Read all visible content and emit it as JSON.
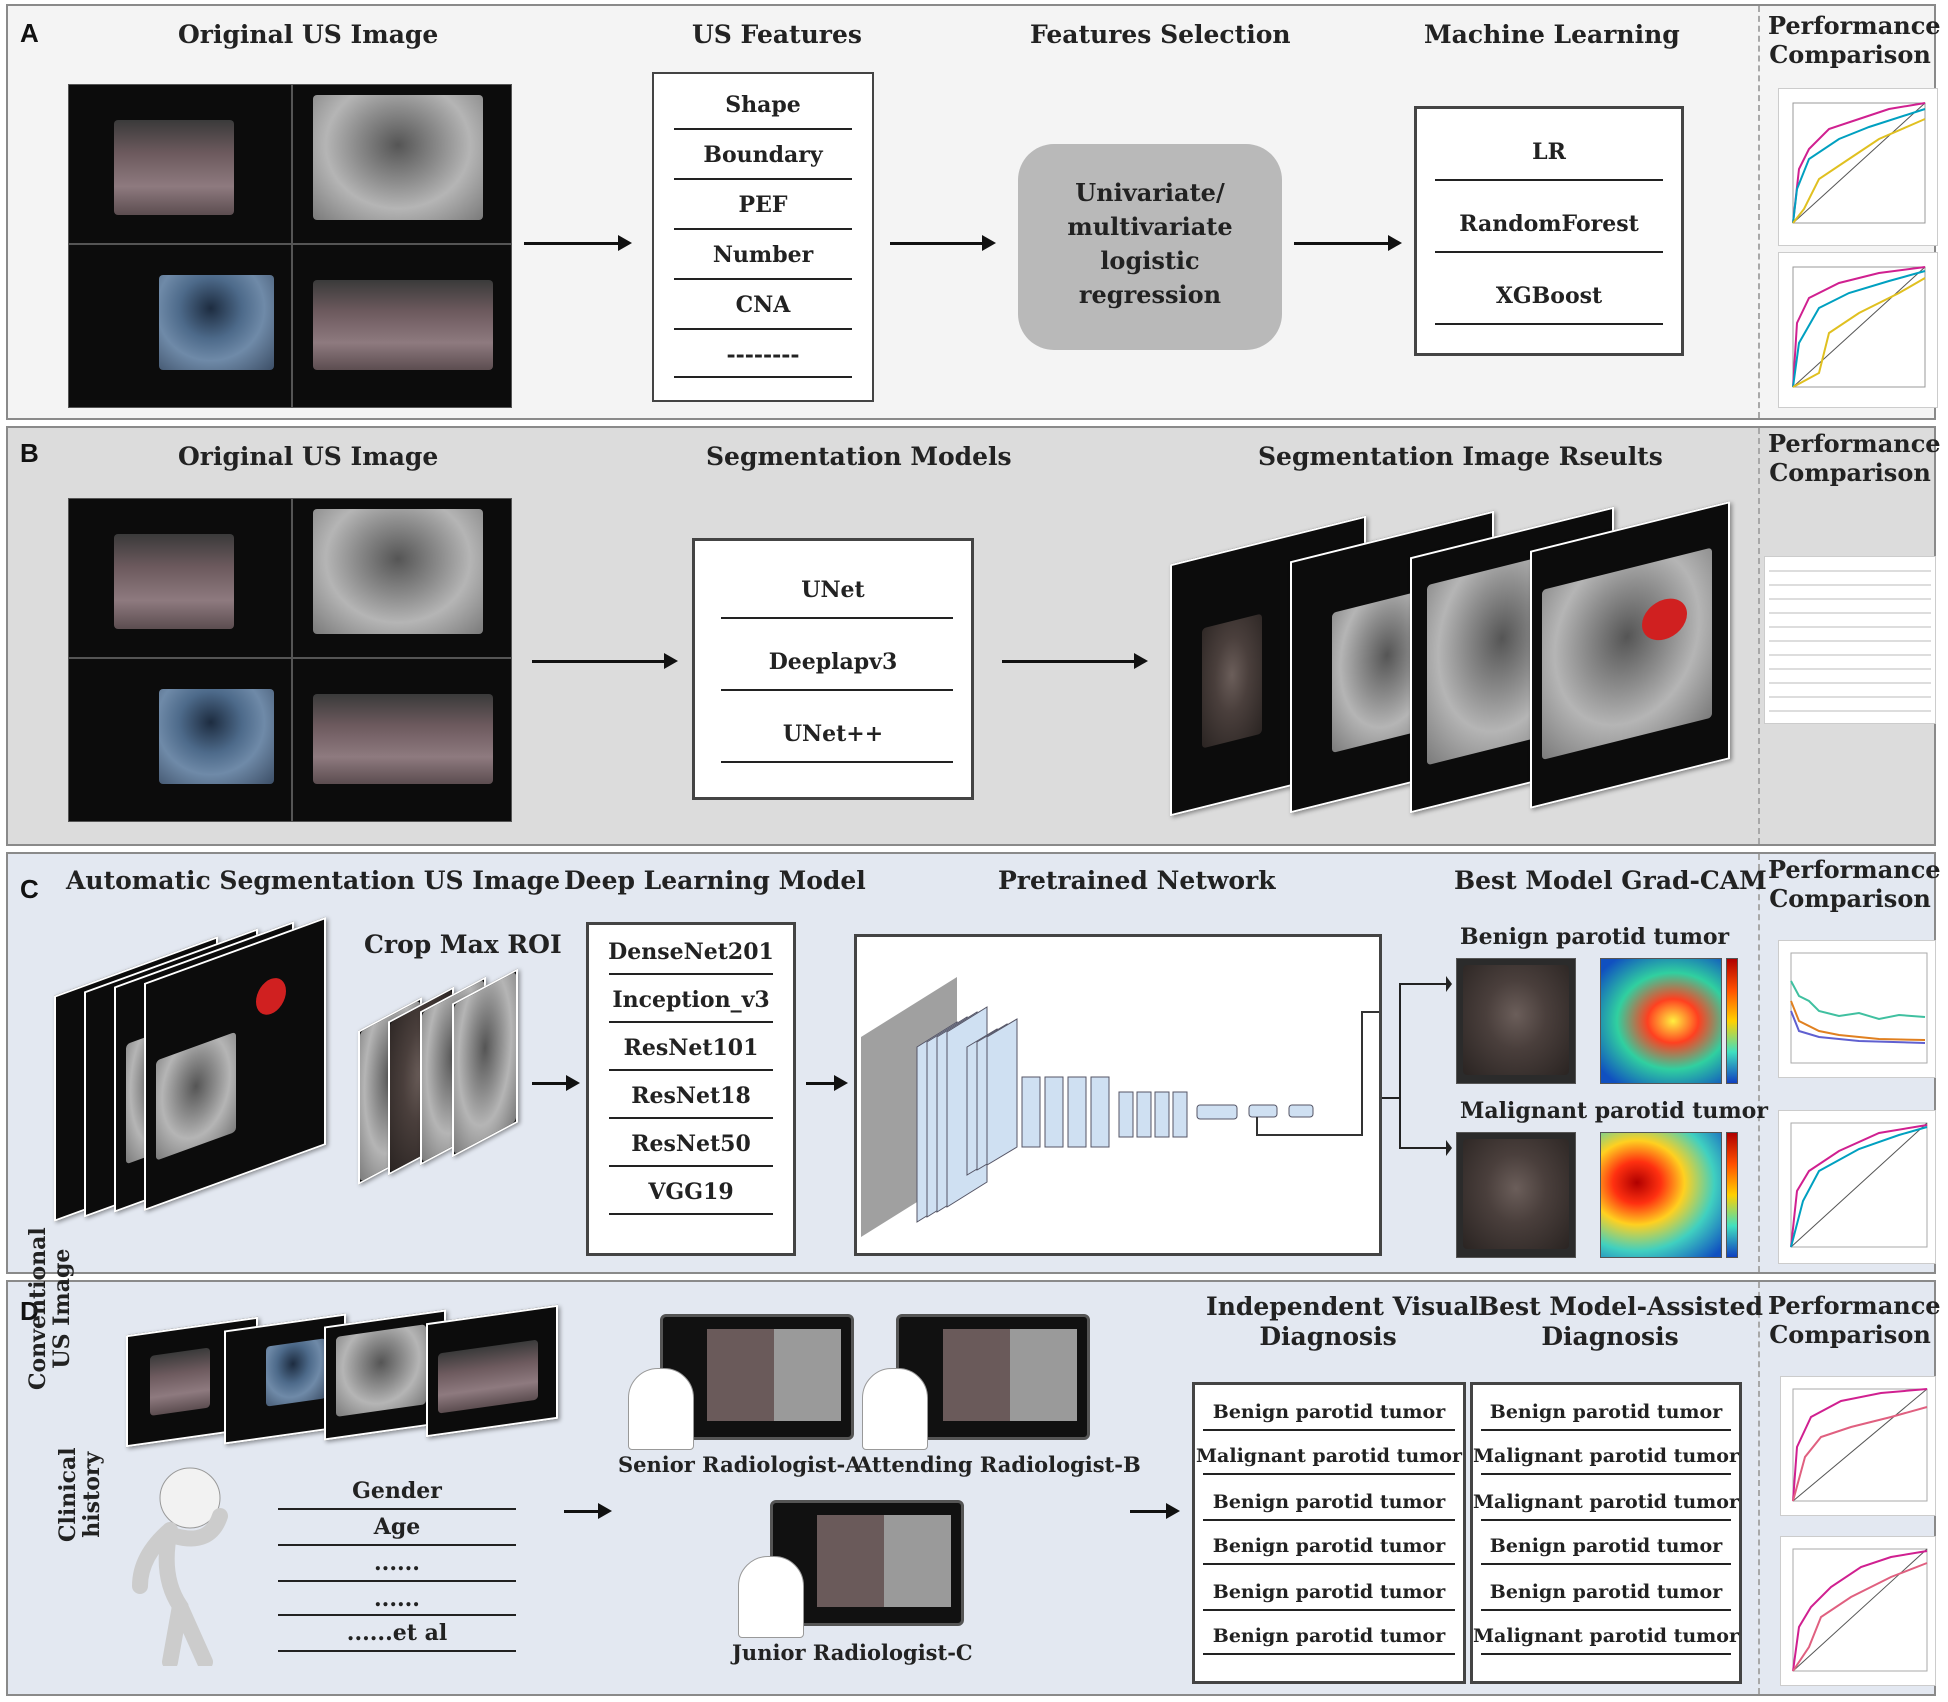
{
  "panelA": {
    "letter": "A",
    "original_title": "Original US Image",
    "features_title": "US Features",
    "features": [
      "Shape",
      "Boundary",
      "PEF",
      "Number",
      "CNA",
      "--------"
    ],
    "selection_title": "Features  Selection",
    "selection_text": [
      "Univariate/",
      "multivariate",
      "logistic",
      "regression"
    ],
    "ml_title": "Machine Learning",
    "ml_models": [
      "LR",
      "RandomForest",
      "XGBoost"
    ],
    "perf_title": [
      "Performance",
      "Comparison"
    ]
  },
  "panelB": {
    "letter": "B",
    "original_title": "Original US Image",
    "seg_title": "Segmentation Models",
    "seg_models": [
      "UNet",
      "Deeplapv3",
      "UNet++"
    ],
    "results_title": "Segmentation Image Rseults",
    "perf_title": [
      "Performance",
      "Comparison"
    ]
  },
  "panelC": {
    "letter": "C",
    "auto_title": "Automatic Segmentation US Image",
    "crop_title": "Crop Max ROI",
    "dl_title": "Deep Learning Model",
    "dl_models": [
      "DenseNet201",
      "Inception_v3",
      "ResNet101",
      "ResNet18",
      "ResNet50",
      "VGG19"
    ],
    "pretrained_title": "Pretrained Network",
    "gradcam_title": "Best Model Grad-CAM",
    "benign_label": "Benign parotid tumor",
    "malignant_label": "Malignant parotid tumor",
    "perf_title": [
      "Performance",
      "Comparison"
    ]
  },
  "panelD": {
    "letter": "D",
    "conv_label": [
      "Conventional",
      "US Image"
    ],
    "clinical_label": [
      "Clinical",
      "history"
    ],
    "clinical_items": [
      "Gender",
      "Age",
      "......",
      "......",
      "......et al"
    ],
    "radiologist_a": "Senior Radiologist-A",
    "radiologist_b": "Attending Radiologist-B",
    "radiologist_c": "Junior Radiologist-C",
    "independent_title": [
      "Independent Visual",
      "Diagnosis"
    ],
    "assisted_title": [
      "Best Model-Assisted",
      "Diagnosis"
    ],
    "independent": [
      "Benign parotid tumor",
      "Malignant parotid tumor",
      "Benign parotid tumor",
      "Benign parotid tumor",
      "Benign parotid tumor",
      "Benign parotid tumor"
    ],
    "assisted": [
      "Benign parotid tumor",
      "Malignant parotid tumor",
      "Malignant parotid tumor",
      "Benign parotid tumor",
      "Benign parotid tumor",
      "Malignant parotid tumor"
    ],
    "perf_title": [
      "Performance",
      "Comparison"
    ]
  }
}
